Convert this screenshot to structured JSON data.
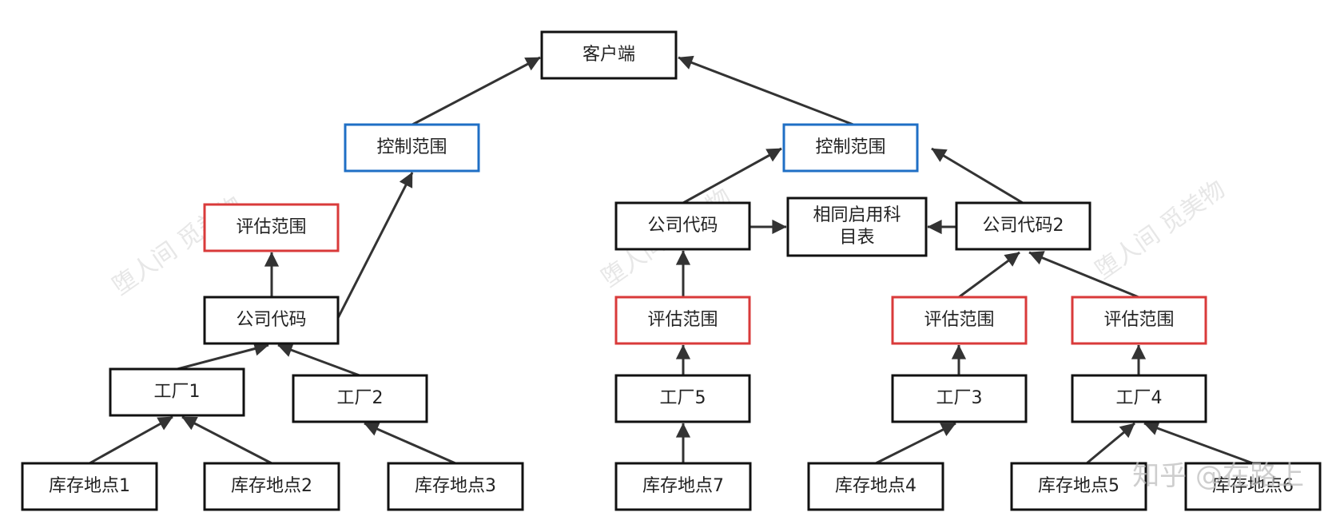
{
  "nodes": [
    {
      "id": "client",
      "label": "客户端",
      "color": "black"
    },
    {
      "id": "ctrl1",
      "label": "控制范围",
      "color": "blue"
    },
    {
      "id": "ctrl2",
      "label": "控制范围",
      "color": "blue"
    },
    {
      "id": "eval1",
      "label": "评估范围",
      "color": "red"
    },
    {
      "id": "co1",
      "label": "公司代码",
      "color": "black"
    },
    {
      "id": "plant1",
      "label": "工厂1",
      "color": "black"
    },
    {
      "id": "plant2",
      "label": "工厂2",
      "color": "black"
    },
    {
      "id": "sl1",
      "label": "库存地点1",
      "color": "black"
    },
    {
      "id": "sl2",
      "label": "库存地点2",
      "color": "black"
    },
    {
      "id": "sl3",
      "label": "库存地点3",
      "color": "black"
    },
    {
      "id": "co2",
      "label": "公司代码",
      "color": "black"
    },
    {
      "id": "coa",
      "label": [
        "相同启用科",
        "目表"
      ],
      "color": "black"
    },
    {
      "id": "co3",
      "label": "公司代码2",
      "color": "black"
    },
    {
      "id": "eval2",
      "label": "评估范围",
      "color": "red"
    },
    {
      "id": "plant5",
      "label": "工厂5",
      "color": "black"
    },
    {
      "id": "sl7",
      "label": "库存地点7",
      "color": "black"
    },
    {
      "id": "eval3",
      "label": "评估范围",
      "color": "red"
    },
    {
      "id": "plant3",
      "label": "工厂3",
      "color": "black"
    },
    {
      "id": "sl4",
      "label": "库存地点4",
      "color": "black"
    },
    {
      "id": "eval4",
      "label": "评估范围",
      "color": "red"
    },
    {
      "id": "plant4",
      "label": "工厂4",
      "color": "black"
    },
    {
      "id": "sl5",
      "label": "库存地点5",
      "color": "black"
    },
    {
      "id": "sl6",
      "label": "库存地点6",
      "color": "black"
    }
  ],
  "edges": [
    {
      "from": "ctrl1",
      "to": "client"
    },
    {
      "from": "ctrl2",
      "to": "client"
    },
    {
      "from": "co1",
      "to": "ctrl1"
    },
    {
      "from": "co1",
      "to": "eval1"
    },
    {
      "from": "plant1",
      "to": "co1"
    },
    {
      "from": "plant2",
      "to": "co1"
    },
    {
      "from": "sl1",
      "to": "plant1"
    },
    {
      "from": "sl2",
      "to": "plant1"
    },
    {
      "from": "sl3",
      "to": "plant2"
    },
    {
      "from": "co2",
      "to": "ctrl2"
    },
    {
      "from": "co3",
      "to": "ctrl2"
    },
    {
      "from": "co2",
      "to": "coa"
    },
    {
      "from": "co3",
      "to": "coa"
    },
    {
      "from": "eval2",
      "to": "co2"
    },
    {
      "from": "plant5",
      "to": "eval2"
    },
    {
      "from": "sl7",
      "to": "plant5"
    },
    {
      "from": "eval3",
      "to": "co3"
    },
    {
      "from": "eval4",
      "to": "co3"
    },
    {
      "from": "plant3",
      "to": "eval3"
    },
    {
      "from": "plant4",
      "to": "eval4"
    },
    {
      "from": "sl4",
      "to": "plant3"
    },
    {
      "from": "sl5",
      "to": "plant4"
    },
    {
      "from": "sl6",
      "to": "plant4"
    }
  ],
  "watermarks": [
    "堕人间 觅美物",
    "堕人间 觅美物",
    "堕人间 觅美物"
  ],
  "brand_watermark": "知乎 @在路上"
}
